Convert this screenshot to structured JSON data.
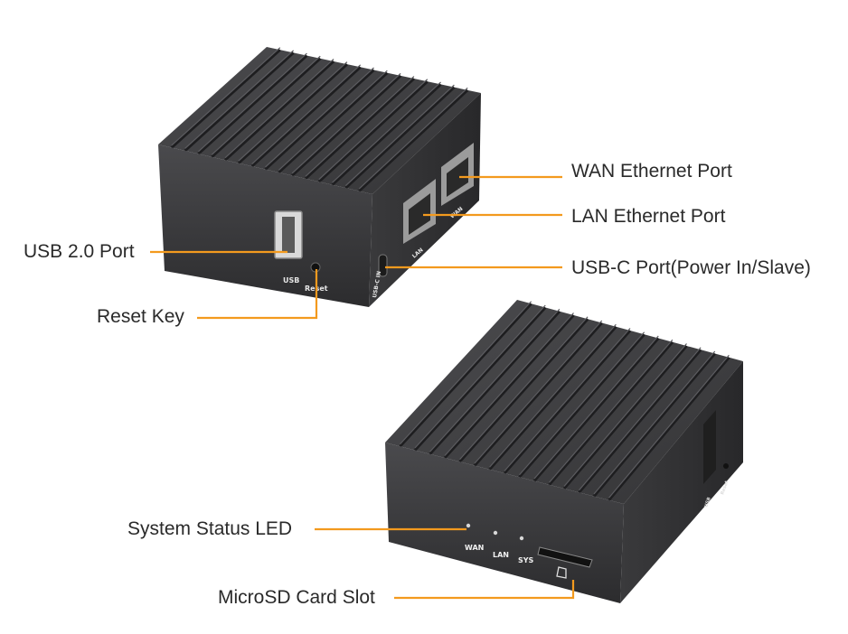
{
  "callouts": {
    "wan_port": "WAN Ethernet Port",
    "lan_port": "LAN Ethernet Port",
    "usbc_port": "USB-C Port(Power In/Slave)",
    "usb2_port": "USB 2.0 Port",
    "reset_key": "Reset Key",
    "status_led": "System Status LED",
    "microsd_slot": "MicroSD Card Slot"
  },
  "silkscreen": {
    "usb": "USB",
    "reset": "Reset",
    "usbc": "USB-C IN",
    "lan": "LAN",
    "wan": "WAN",
    "led_wan": "WAN",
    "led_lan": "LAN",
    "led_sys": "SYS",
    "back_usb": "USB",
    "back_reset": "Reset"
  },
  "colors": {
    "leader_line": "#f39a1e",
    "housing": "#3b3b3d",
    "background": "#ffffff"
  }
}
